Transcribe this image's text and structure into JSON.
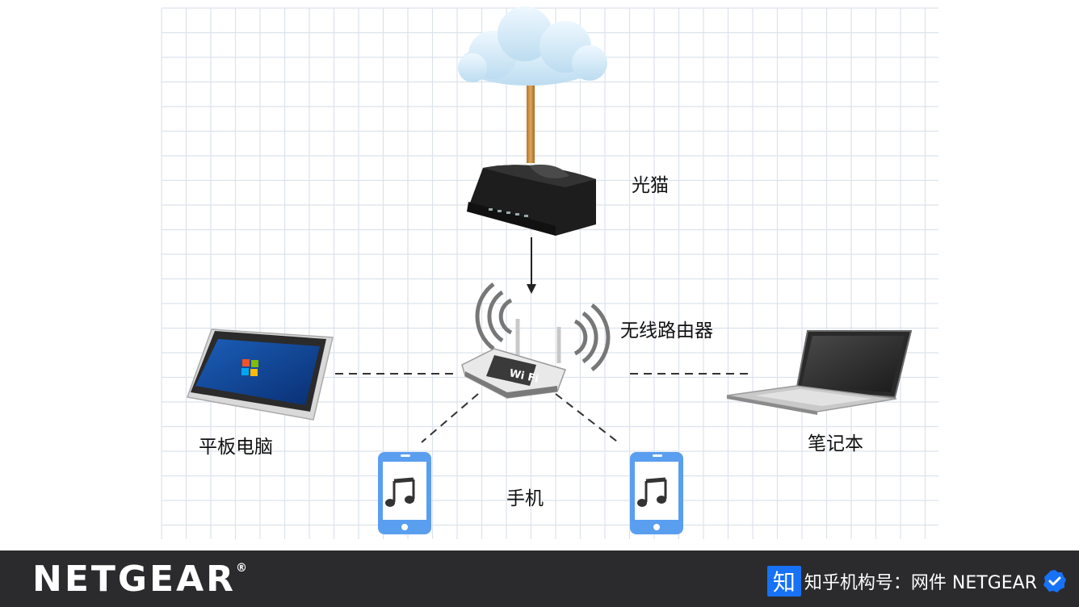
{
  "nodes": {
    "modem": {
      "label": "光猫"
    },
    "router": {
      "label": "无线路由器",
      "wifi_badge": "Wi Fi"
    },
    "tablet": {
      "label": "平板电脑"
    },
    "laptop": {
      "label": "笔记本"
    },
    "phones": {
      "label": "手机"
    }
  },
  "footer": {
    "brand": "NETGEAR",
    "brand_mark": "®",
    "platform_badge": "知",
    "source_text": "知乎机构号：网件 NETGEAR"
  },
  "colors": {
    "footer_bg": "#2b2b2d",
    "grid_line": "#dce3ec",
    "cloud": "#d5eaf7",
    "cable": "#c98a3e",
    "phone_blue": "#5a9ef0",
    "zhihu_blue": "#1772f6"
  }
}
